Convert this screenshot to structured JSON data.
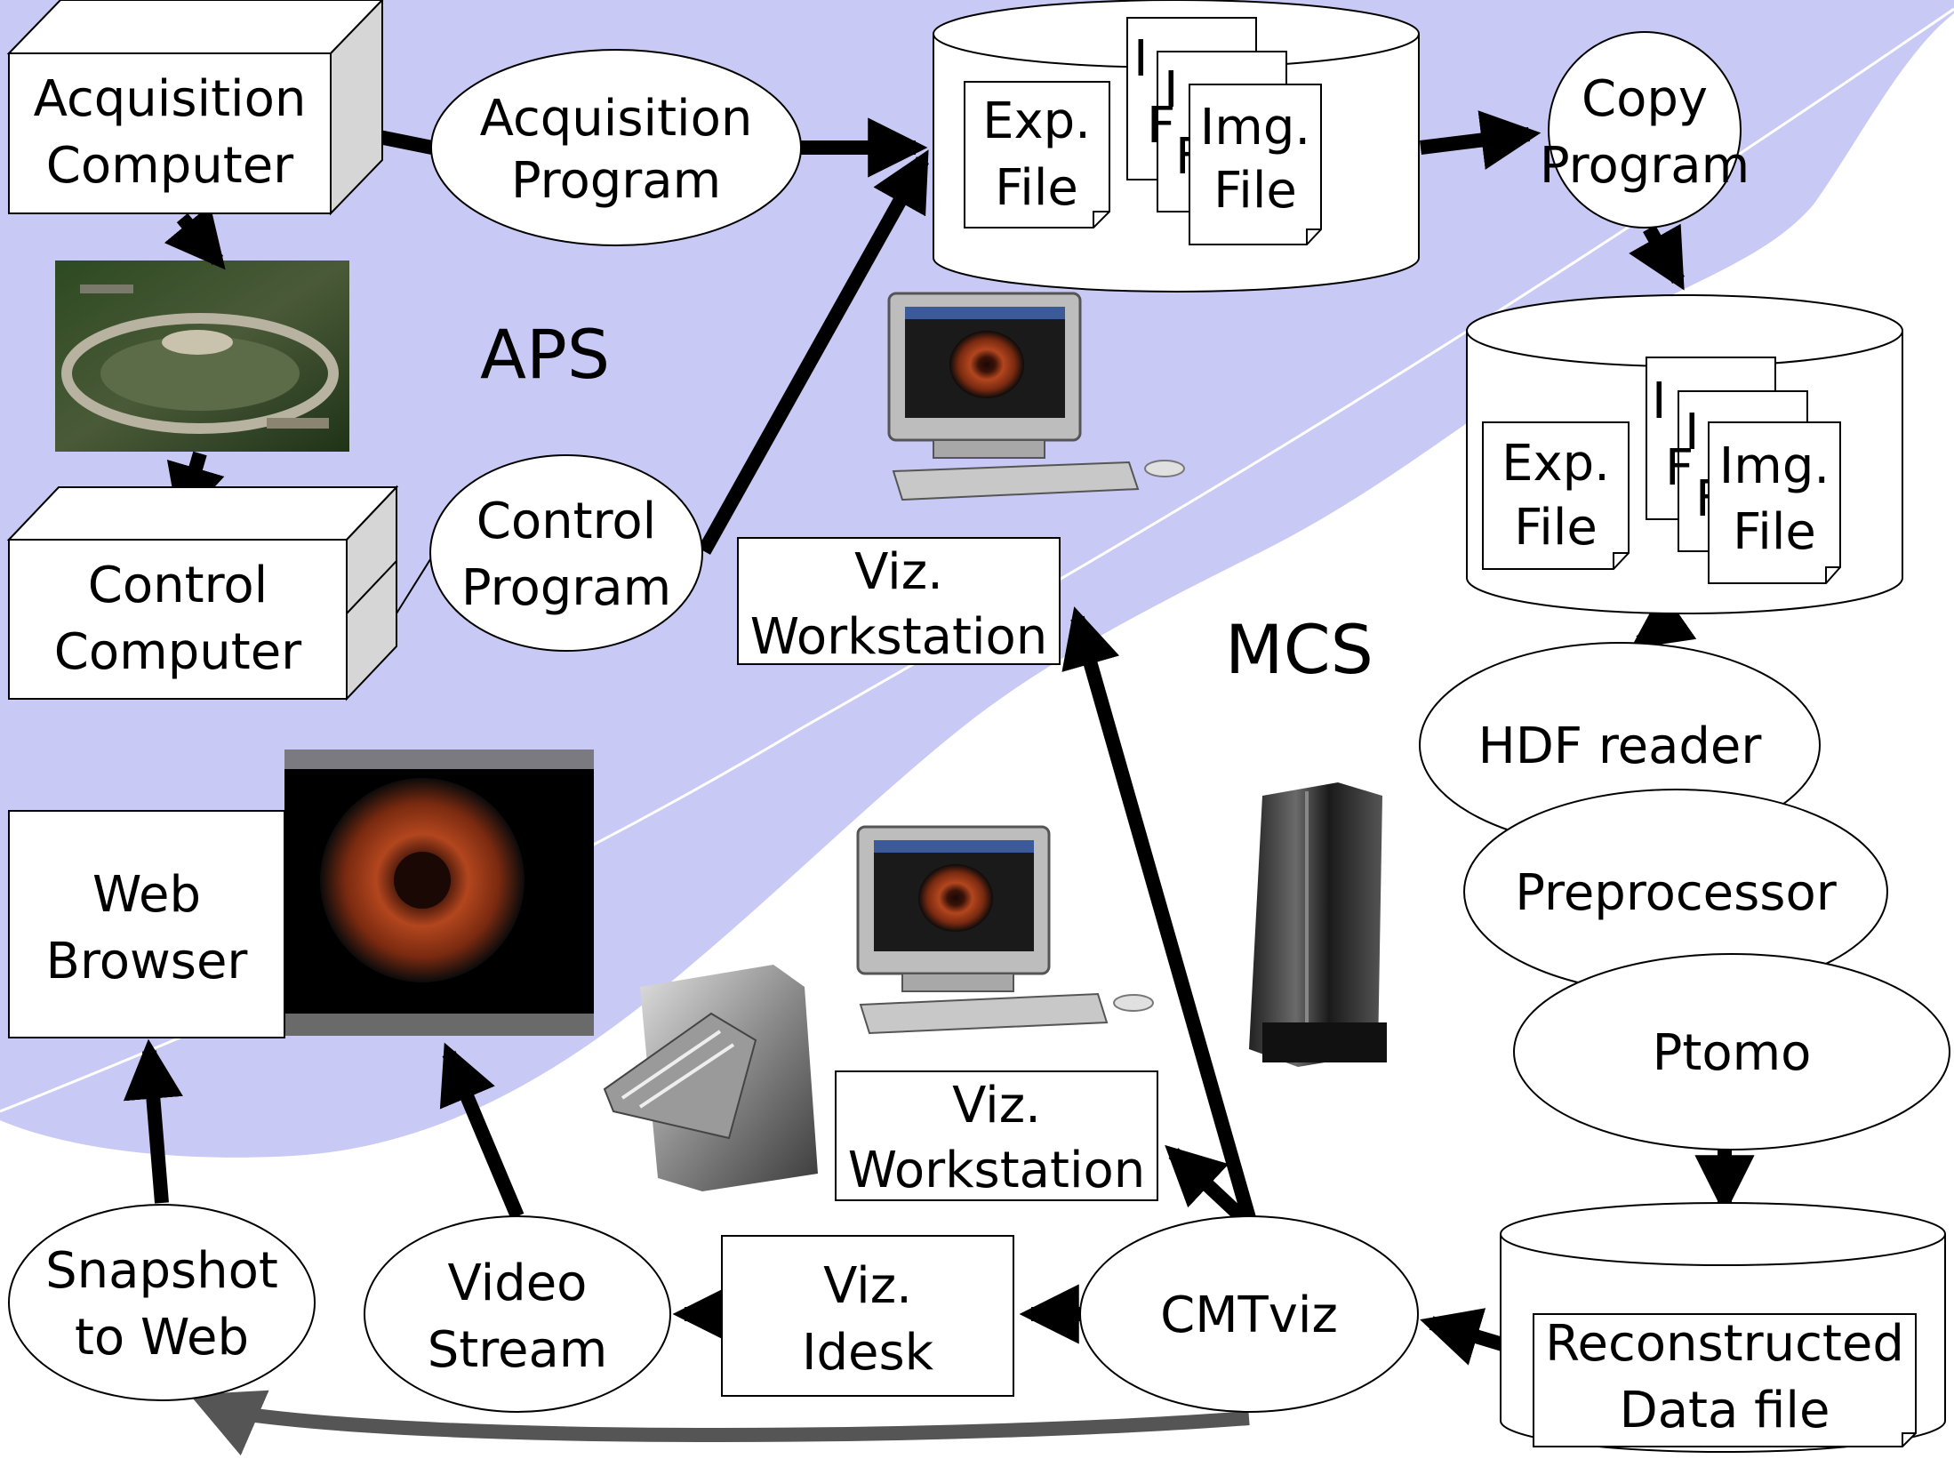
{
  "regions": {
    "aps": "APS",
    "mcs": "MCS"
  },
  "nodes": {
    "acq_computer": [
      "Acquisition",
      "Computer"
    ],
    "control_computer": [
      "Control",
      "Computer"
    ],
    "acq_program": [
      "Acquisition",
      "Program"
    ],
    "control_program": [
      "Control",
      "Program"
    ],
    "copy_program": [
      "Copy",
      "Program"
    ],
    "viz_workstation_top": [
      "Viz.",
      "Workstation"
    ],
    "viz_workstation_bottom": [
      "Viz.",
      "Workstation"
    ],
    "web_browser": [
      "Web",
      "Browser"
    ],
    "hdf_reader": "HDF reader",
    "preprocessor": "Preprocessor",
    "ptomo": "Ptomo",
    "cmtviz": "CMTviz",
    "viz_idesk": [
      "Viz.",
      "Idesk"
    ],
    "video_stream": [
      "Video",
      "Stream"
    ],
    "snapshot_web": [
      "Snapshot",
      "to Web"
    ],
    "reconstructed_file": [
      "Reconstructed",
      "Data file"
    ]
  },
  "aps_storage": {
    "exp_file": [
      "Exp.",
      "File"
    ],
    "img_file": [
      "Img.",
      "File"
    ],
    "stack_letter_1": "I",
    "stack_letter_2": "I",
    "stack_peek_1": "F",
    "stack_peek_2": "F"
  },
  "mcs_storage": {
    "exp_file": [
      "Exp.",
      "File"
    ],
    "img_file": [
      "Img.",
      "File"
    ],
    "stack_letter_1": "I",
    "stack_letter_2": "I",
    "stack_peek_1": "F",
    "stack_peek_2": "F"
  },
  "colors": {
    "aps_region": "#c9c9f5",
    "arrow": "#000000",
    "return_arrow": "#555555",
    "node_fill": "#ffffff"
  }
}
